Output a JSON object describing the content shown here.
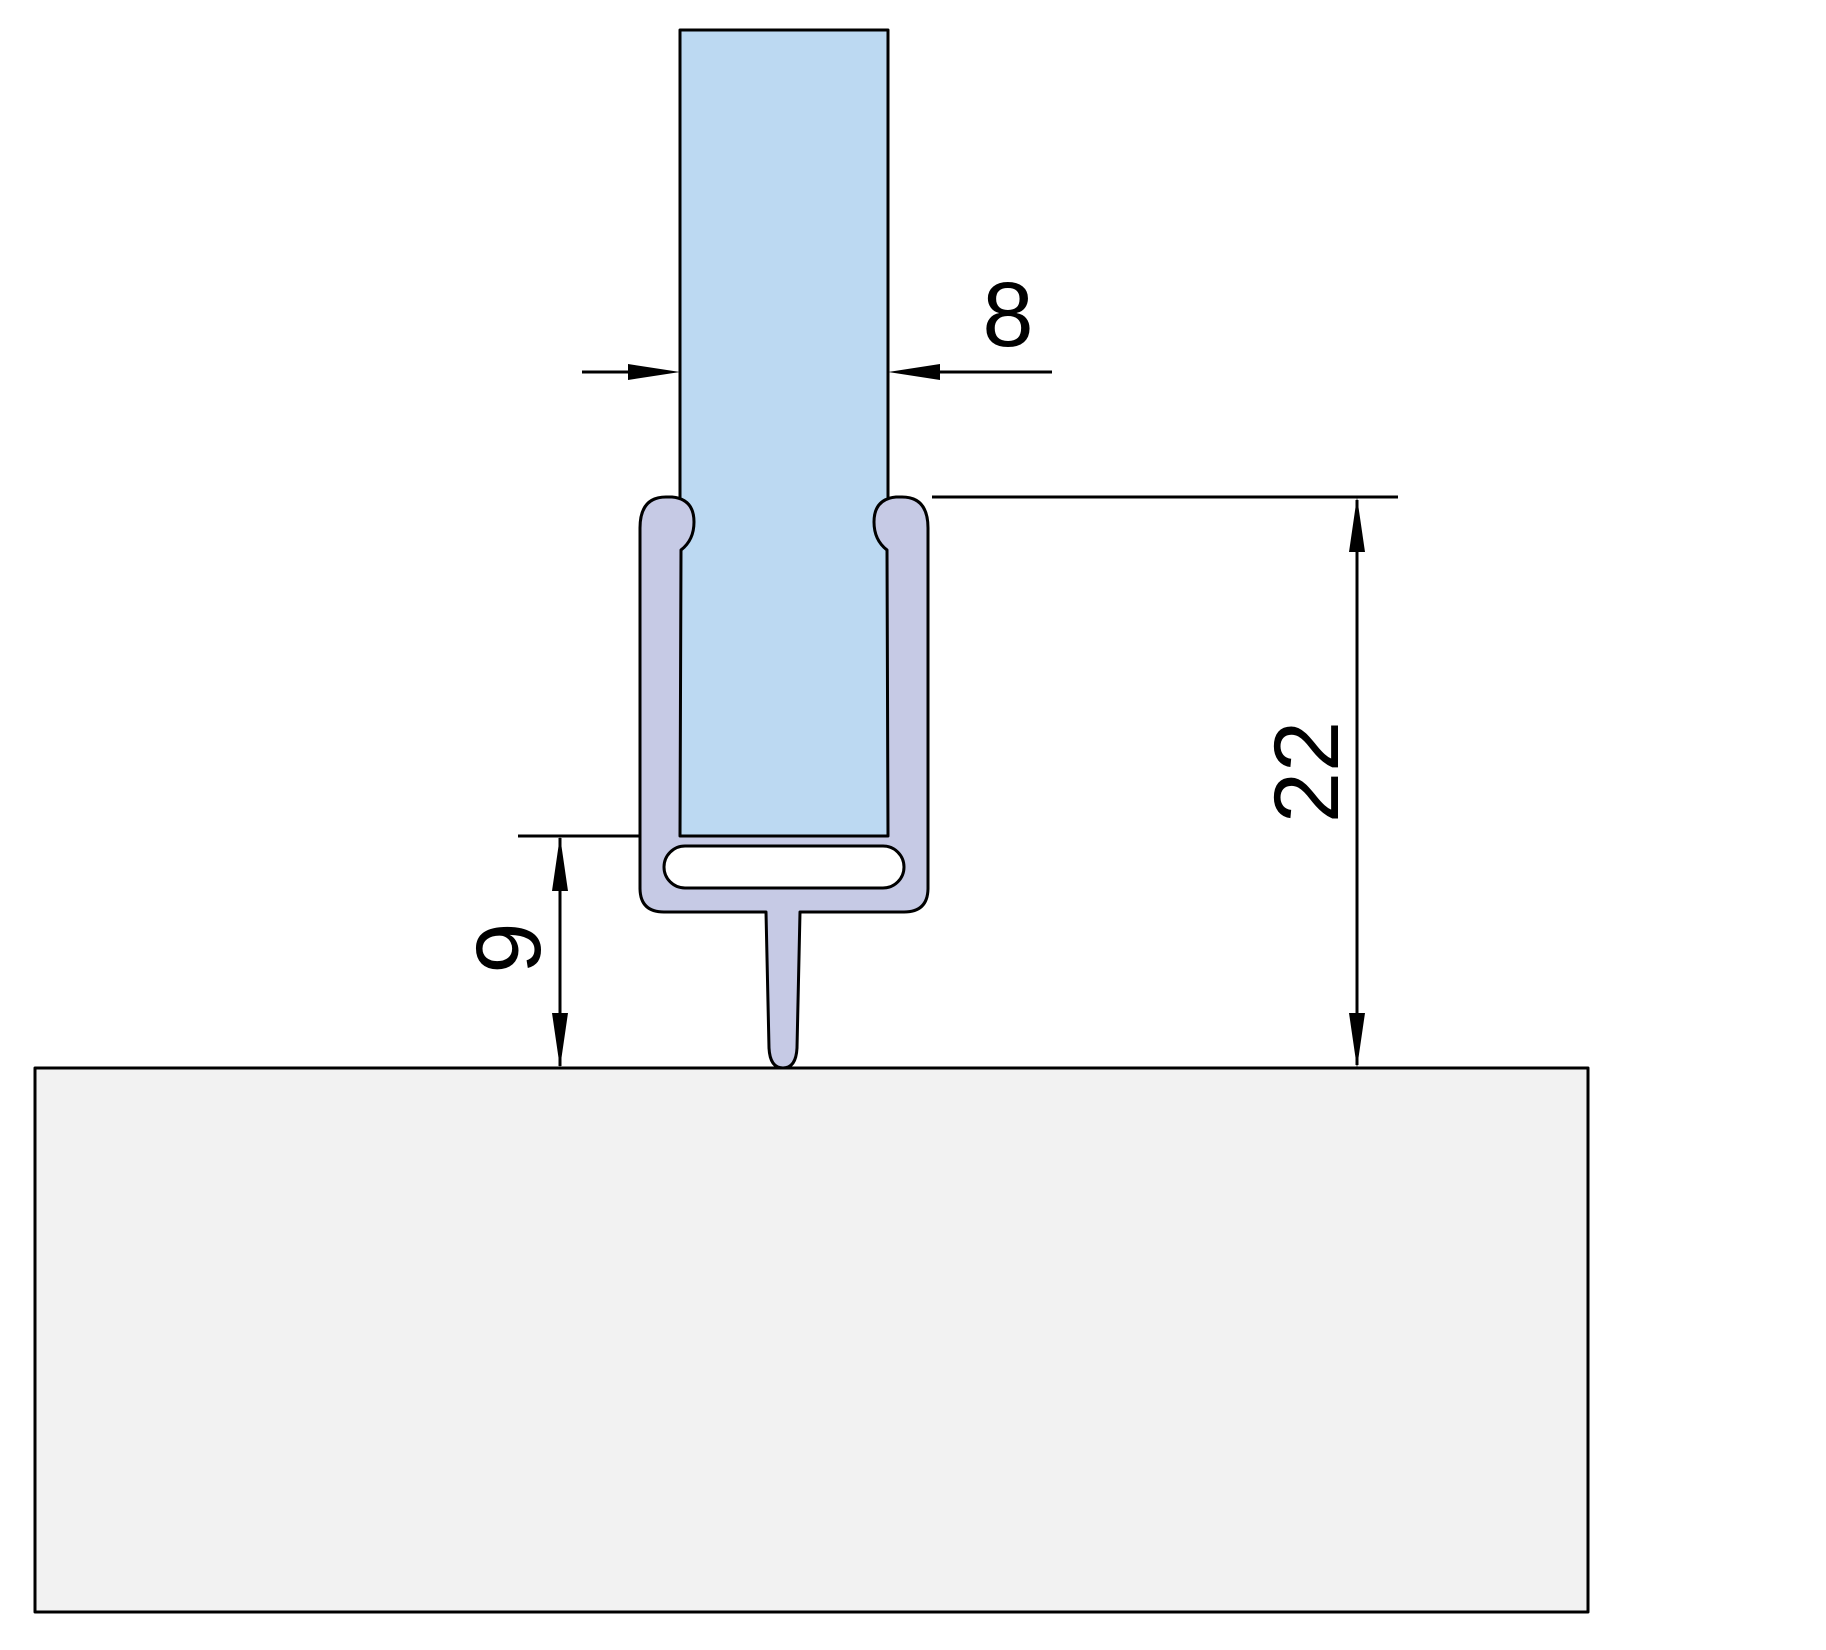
{
  "diagram": {
    "labels": {
      "glass_thickness": "8",
      "profile_top_to_floor": "22",
      "ledge_to_floor": "9"
    },
    "colors": {
      "glass": "#bcd9f2",
      "seal": "#c6cae5",
      "slot": "#ffffff",
      "floor": "#f2f2f2",
      "line": "#000000"
    }
  }
}
